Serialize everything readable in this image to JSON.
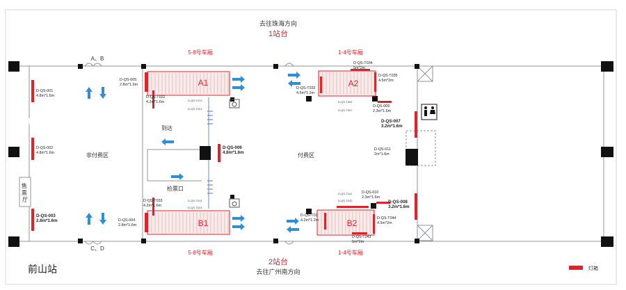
{
  "station_name": "前山站",
  "top": {
    "direction": "去往珠海方向",
    "platform": "1站台"
  },
  "bottom": {
    "direction": "去往广州南方向",
    "platform": "2站台"
  },
  "doors": {
    "top_left": "5-8号车厢",
    "top_right": "1-4号车厢",
    "bottom_left": "5-8号车厢",
    "bottom_right": "1-4号车厢"
  },
  "entrances": {
    "top": "A、B",
    "bottom": "C、D"
  },
  "areas": {
    "unpaid": "非付费区",
    "paid": "付费区",
    "exit": "到达",
    "ticket_gate": "检票口",
    "ticket_office": "售票厅"
  },
  "stairs": {
    "a1": "A1",
    "a2": "A2",
    "b1": "B1",
    "b2": "B2"
  },
  "legend": {
    "label": "灯箱",
    "color": "#d9262c"
  },
  "colors": {
    "red": "#d9262c",
    "blue": "#2f8fd6",
    "black": "#111111",
    "grid": "#bfc3c7"
  },
  "signs": [
    {
      "code": "D-QS-001",
      "size": "4.8m*1.6m"
    },
    {
      "code": "D-QS-002",
      "size": "4.8m*1.6m"
    },
    {
      "code": "D-QS-003",
      "size": "2.8m*1.6m"
    },
    {
      "code": "D-QS-005",
      "size": "2.8m*1.6m"
    },
    {
      "code": "D-QS-T022",
      "size": "4.2m*1.6m"
    },
    {
      "code": "D-QS-006",
      "size": "4.8m*1.6m"
    },
    {
      "code": "D-QS-T033",
      "size": "4.2m*1.6m"
    },
    {
      "code": "D-QS-004",
      "size": "2.8m*1.6m"
    },
    {
      "code": "D-QS-T034",
      "size": "5m*2m"
    },
    {
      "code": "D-QS-T035",
      "size": "4.5m*2m"
    },
    {
      "code": "D-QS-T032",
      "size": "4.5m*1.2m"
    },
    {
      "code": "D-QS-009",
      "size": "2.3m*1.6m"
    },
    {
      "code": "D-QS-007",
      "size": "3.2m*1.6m"
    },
    {
      "code": "D-QS-011",
      "size": "2m*1.6m"
    },
    {
      "code": "D-QS-010",
      "size": "2.3m*1.6m"
    },
    {
      "code": "D-QS-008",
      "size": "3.2m*1.6m"
    },
    {
      "code": "D-QS-T03",
      "size": "4.2m*1.2m"
    },
    {
      "code": "D-QS-T044",
      "size": "4.5m*2m"
    },
    {
      "code": "D-QS-T043",
      "size": "5m*2m"
    }
  ],
  "small_labels": [
    "D-QS-T013",
    "D-QS-T021",
    "D-QS-T014",
    "D-QS-T023",
    "D-QS-T006",
    "D-QS-T007",
    "D-QS-T041",
    "D-QS-T042"
  ]
}
